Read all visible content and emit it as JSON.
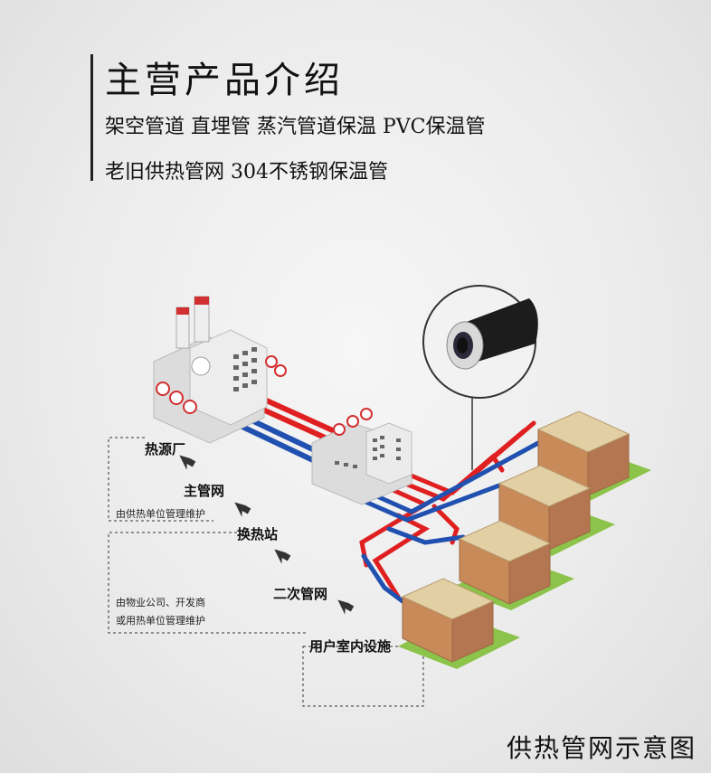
{
  "header": {
    "title": "主营产品介绍",
    "products_line1": "架空管道 直埋管 蒸汽管道保温 PVC保温管",
    "products_line2": "老旧供热管网 304不锈钢保温管"
  },
  "flow": {
    "steps": [
      "热源厂",
      "主管网",
      "换热站",
      "二次管网",
      "用户室内设施"
    ],
    "note_primary": "由供热单位管理维护",
    "note_secondary_line1": "由物业公司、开发商",
    "note_secondary_line2": "或用热单位管理维护"
  },
  "caption": "供热管网示意图",
  "colors": {
    "supply_pipe": "#e02020",
    "return_pipe": "#2050b0",
    "building_wall": "#c98a5a",
    "roof": "#e3cfa4",
    "grass": "#8cc34a",
    "plant_body": "#e4e4e4"
  },
  "icons": [
    "arrow-right-icon",
    "pipe-cross-section-icon",
    "heat-plant-icon",
    "heat-exchange-station-icon",
    "residential-building-icon"
  ]
}
